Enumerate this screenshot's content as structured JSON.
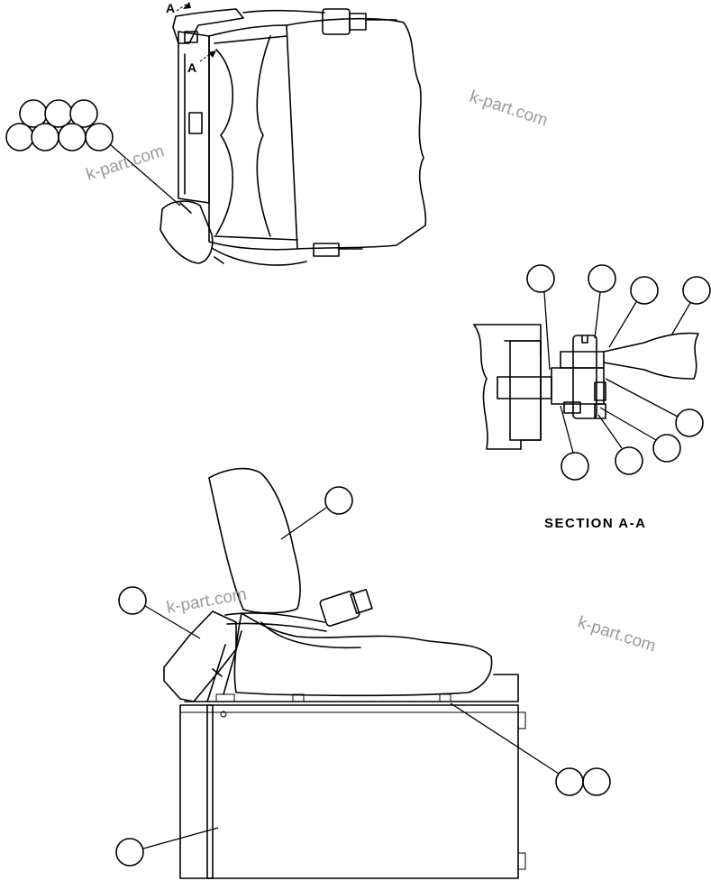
{
  "section_title": "SECTION A-A",
  "section_marker": "A",
  "watermark": "k-part.com",
  "colors": {
    "line": "#000000",
    "watermark": "#9a9a9a",
    "background": "#ffffff"
  }
}
